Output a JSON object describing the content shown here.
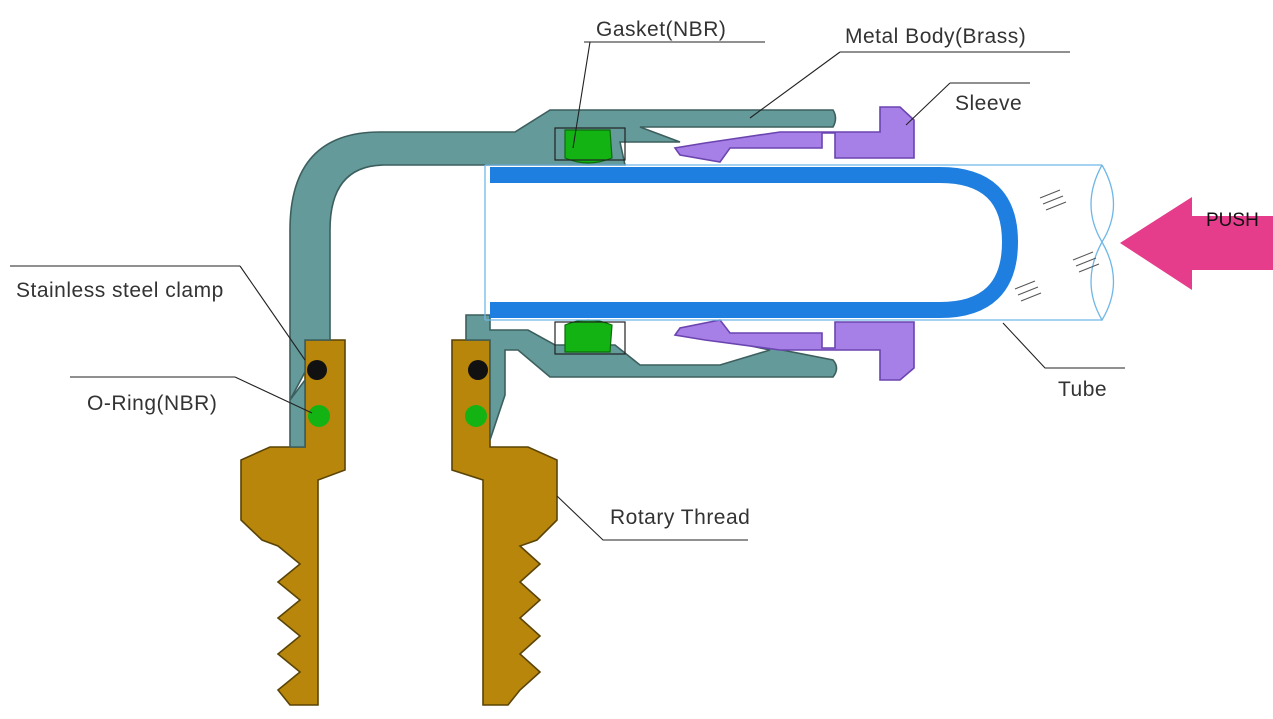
{
  "labels": {
    "gasket": "Gasket(NBR)",
    "metal_body": "Metal Body(Brass)",
    "sleeve": "Sleeve",
    "push": "PUSH",
    "clamp": "Stainless steel clamp",
    "oring": "O-Ring(NBR)",
    "tube": "Tube",
    "rotary_thread": "Rotary Thread"
  },
  "colors": {
    "body": "#659a9a",
    "brass": "#b8860b",
    "sleeve": "#a680e6",
    "gasket": "#13b313",
    "tube": "#1e7fe0",
    "push_arrow": "#e63c8c",
    "clamp": "#111111"
  }
}
